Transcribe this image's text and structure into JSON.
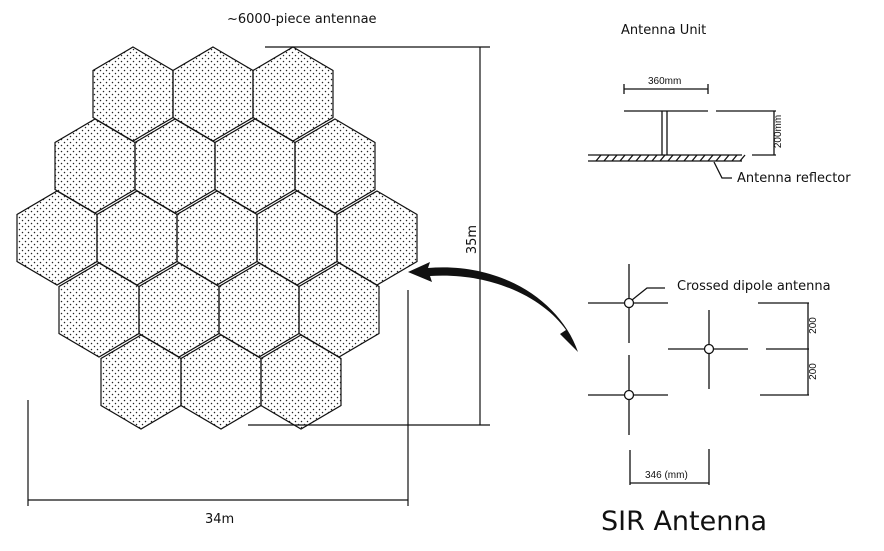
{
  "array": {
    "title": "~6000-piece antennae",
    "width_label": "34m",
    "height_label": "35m",
    "hex_rows": [
      3,
      4,
      5,
      4,
      3
    ]
  },
  "unit": {
    "title": "Antenna Unit",
    "width_label": "360mm",
    "height_label": "200mm",
    "reflector_label": "Antenna reflector"
  },
  "dipole": {
    "label": "Crossed dipole antenna",
    "spacing_v1": "200",
    "spacing_v2": "200",
    "spacing_h": "346 (mm)"
  },
  "caption": "SIR Antenna",
  "colors": {
    "ink": "#111111",
    "background": "#ffffff"
  }
}
